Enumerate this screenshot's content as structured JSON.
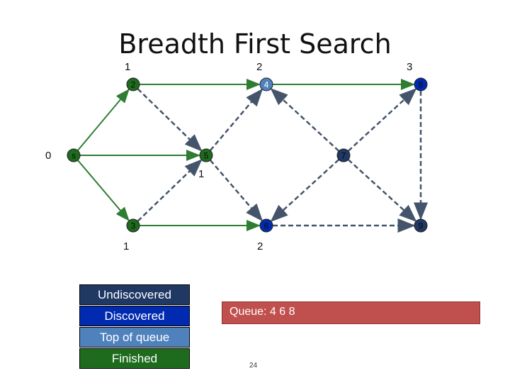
{
  "title": "Breadth First Search",
  "distance_labels": [
    "1",
    "2",
    "3",
    "0",
    "1",
    "1",
    "2"
  ],
  "nodes": [
    {
      "id": "s",
      "label": "s",
      "state": "finished"
    },
    {
      "id": "2",
      "label": "2",
      "state": "finished"
    },
    {
      "id": "3",
      "label": "3",
      "state": "finished"
    },
    {
      "id": "4",
      "label": "4",
      "state": "top_of_queue"
    },
    {
      "id": "5",
      "label": "5",
      "state": "finished"
    },
    {
      "id": "6",
      "label": "6",
      "state": "discovered"
    },
    {
      "id": "7",
      "label": "7",
      "state": "undiscovered"
    },
    {
      "id": "8",
      "label": "8",
      "state": "discovered"
    },
    {
      "id": "9",
      "label": "9",
      "state": "undiscovered"
    }
  ],
  "edges": [
    {
      "from": "s",
      "to": "2",
      "type": "tree"
    },
    {
      "from": "s",
      "to": "5",
      "type": "tree"
    },
    {
      "from": "s",
      "to": "3",
      "type": "tree"
    },
    {
      "from": "2",
      "to": "4",
      "type": "tree"
    },
    {
      "from": "3",
      "to": "6",
      "type": "tree"
    },
    {
      "from": "4",
      "to": "8",
      "type": "tree"
    },
    {
      "from": "2",
      "to": "5",
      "type": "dashed"
    },
    {
      "from": "3",
      "to": "5",
      "type": "dashed"
    },
    {
      "from": "5",
      "to": "4",
      "type": "dashed"
    },
    {
      "from": "5",
      "to": "6",
      "type": "dashed"
    },
    {
      "from": "7",
      "to": "4",
      "type": "dashed"
    },
    {
      "from": "7",
      "to": "8",
      "type": "dashed"
    },
    {
      "from": "7",
      "to": "6",
      "type": "dashed"
    },
    {
      "from": "7",
      "to": "9",
      "type": "dashed"
    },
    {
      "from": "8",
      "to": "9",
      "type": "dashed"
    },
    {
      "from": "6",
      "to": "9",
      "type": "dashed"
    }
  ],
  "legend": {
    "undiscovered": "Undiscovered",
    "discovered": "Discovered",
    "top_of_queue": "Top of queue",
    "finished": "Finished"
  },
  "colors": {
    "undiscovered": "#1f3864",
    "discovered": "#002bb0",
    "top_of_queue": "#4f81bd",
    "finished": "#1e6b1e",
    "tree_edge": "#2e7d32",
    "dashed_edge": "#44546a",
    "queue_bg": "#c0504d"
  },
  "queue_text": "Queue: 4 6 8",
  "page_number": "24"
}
